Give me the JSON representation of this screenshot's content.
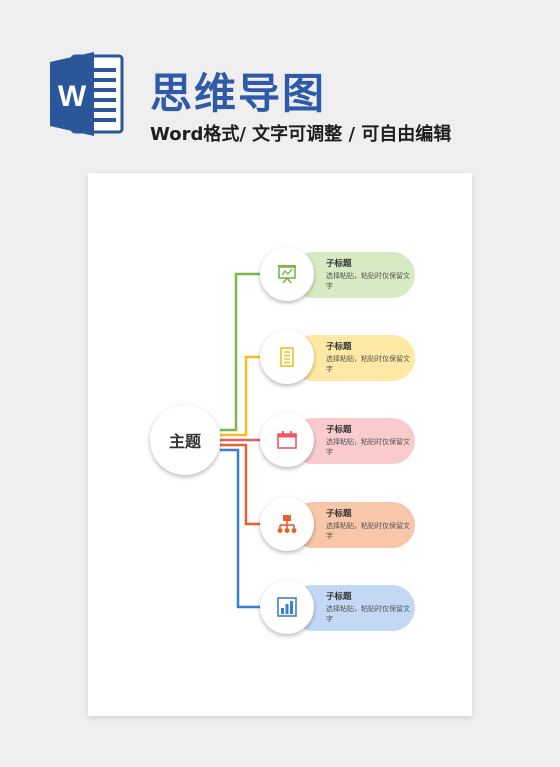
{
  "header": {
    "logo_letter": "W",
    "title": "思维导图",
    "subtitle": "Word格式/ 文字可调整 / 可自由编辑"
  },
  "mindmap": {
    "topic": "主题",
    "branches": [
      {
        "title": "子标题",
        "desc": "选择粘贴，粘贴时仅保留文字",
        "color": "#7ab648",
        "fill": "#d6eac3",
        "icon": "presentation-board-icon"
      },
      {
        "title": "子标题",
        "desc": "选择粘贴，粘贴时仅保留文字",
        "color": "#f2bf1e",
        "fill": "#fde9a4",
        "icon": "document-list-icon"
      },
      {
        "title": "子标题",
        "desc": "选择粘贴，粘贴时仅保留文字",
        "color": "#ee5a62",
        "fill": "#f9cbcd",
        "icon": "calendar-icon"
      },
      {
        "title": "子标题",
        "desc": "选择粘贴，粘贴时仅保留文字",
        "color": "#e8612c",
        "fill": "#f8c6a9",
        "icon": "org-chart-icon"
      },
      {
        "title": "子标题",
        "desc": "选择粘贴，粘贴时仅保留文字",
        "color": "#3a7fd5",
        "fill": "#c2d8f4",
        "icon": "bar-chart-icon"
      }
    ]
  }
}
